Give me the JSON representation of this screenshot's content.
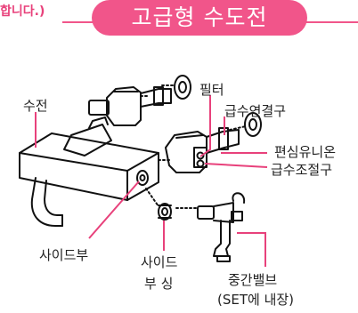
{
  "header": {
    "fragment": "합니다.)",
    "title": "고급형 수도전",
    "accent": "#f1558a"
  },
  "labels": {
    "faucet": "수전",
    "filter": "필터",
    "supply_connector": "급수연결구",
    "eccentric_union": "편심유니온",
    "supply_regulator": "급수조절구",
    "side_part": "사이드부",
    "side_fitting_1": "사이드",
    "side_fitting_2": "부 싱",
    "middle_valve": "중간밸브",
    "middle_valve_note": "(SET에 내장)"
  }
}
